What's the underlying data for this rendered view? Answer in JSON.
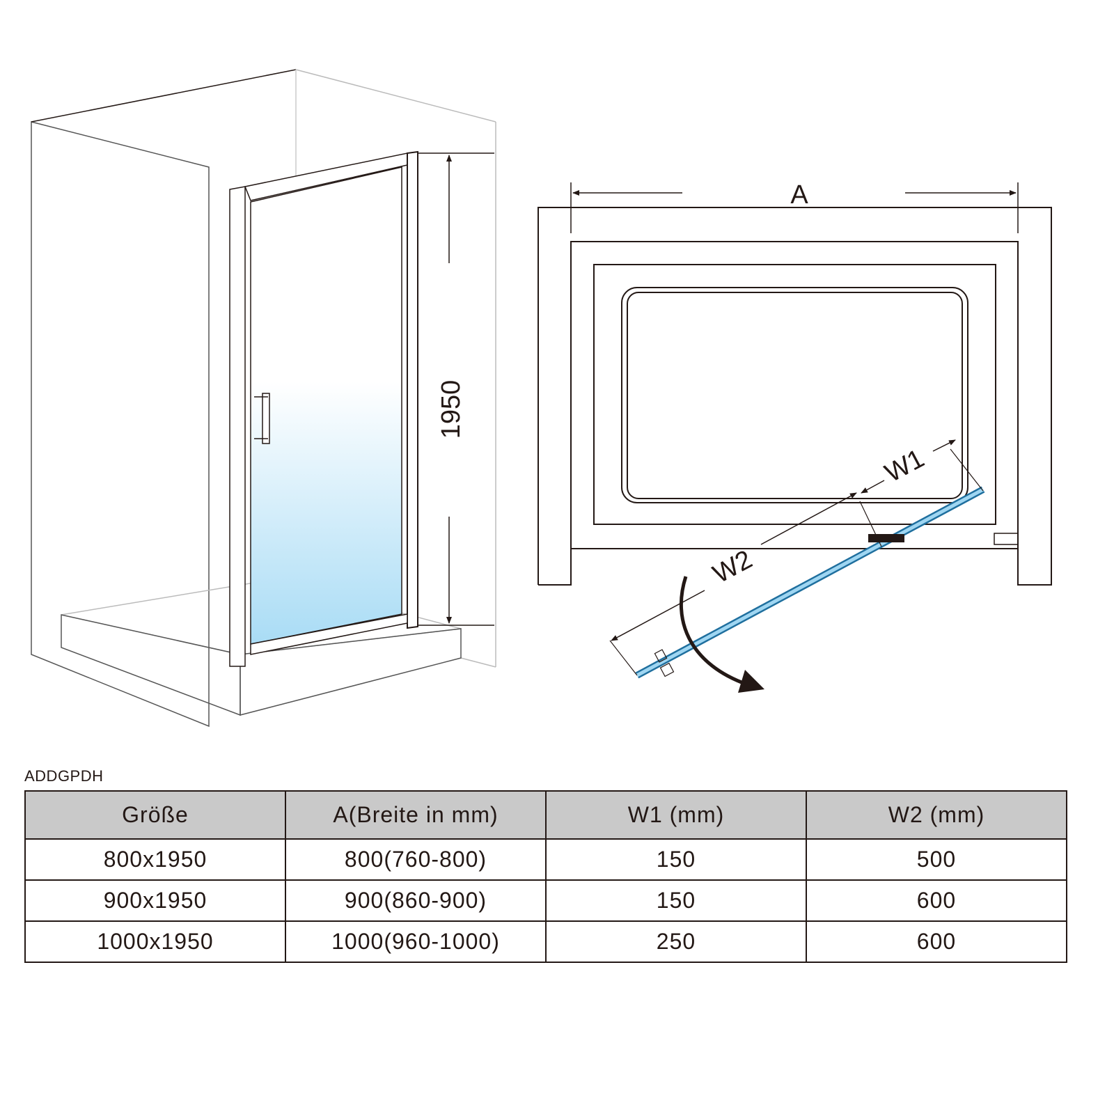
{
  "drawing": {
    "height_label": "1950",
    "width_label": "A",
    "w1_label": "W1",
    "w2_label": "W2",
    "glass_color": "#9fd6f2",
    "glass_edge_color": "#1f6f9e"
  },
  "model_code": "ADDGPDH",
  "table": {
    "headers": [
      "Größe",
      "A(Breite in mm)",
      "W1 (mm)",
      "W2 (mm)"
    ],
    "rows": [
      [
        "800x1950",
        "800(760-800)",
        "150",
        "500"
      ],
      [
        "900x1950",
        "900(860-900)",
        "150",
        "600"
      ],
      [
        "1000x1950",
        "1000(960-1000)",
        "250",
        "600"
      ]
    ]
  }
}
